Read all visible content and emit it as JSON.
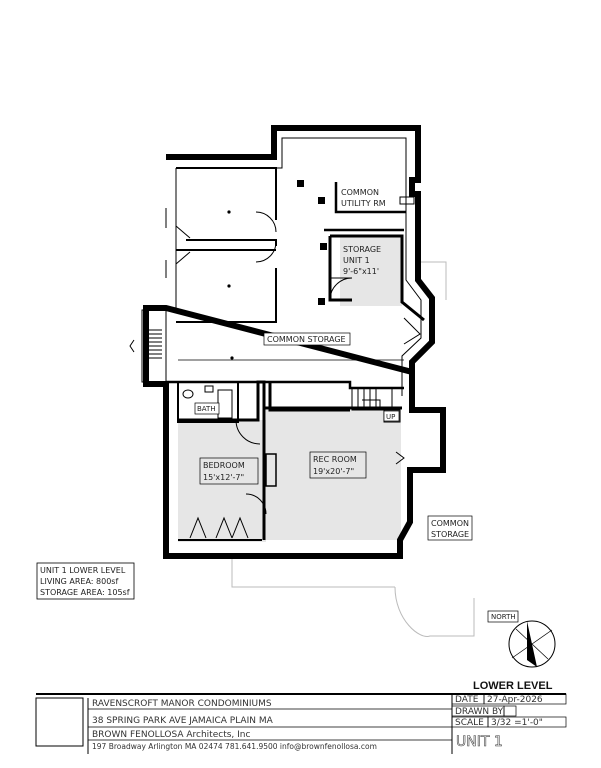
{
  "rooms": {
    "common_utility": [
      "COMMON",
      "UTILITY RM"
    ],
    "storage_unit": [
      "STORAGE",
      "UNIT 1",
      "9'-6\"x11'"
    ],
    "common_storage_center": "COMMON STORAGE",
    "bath": "BATH",
    "bedroom": [
      "BEDROOM",
      "15'x12'-7\""
    ],
    "rec_room": [
      "REC ROOM",
      "19'x20'-7\""
    ],
    "up": "UP",
    "common_storage_right": [
      "COMMON",
      "STORAGE"
    ]
  },
  "area_box": {
    "line1": "UNIT 1 LOWER LEVEL",
    "line2": "LIVING AREA: 800sf",
    "line3": "STORAGE AREA: 105sf"
  },
  "north_label": "NORTH",
  "sheet_title": "LOWER LEVEL",
  "title_block": {
    "project": "RAVENSCROFT MANOR CONDOMINIUMS",
    "address": "38 SPRING PARK AVE JAMAICA PLAIN MA",
    "firm": "BROWN FENOLLOSA Architects, Inc",
    "firm_contact": "197 Broadway Arlington MA 02474     781.641.9500     info@brownfenollosa.com",
    "date_label": "DATE",
    "date_value": "27-Apr-2026",
    "drawn_label": "DRAWN BY",
    "scale_label": "SCALE",
    "scale_value": "3/32 =1'-0\"",
    "unit": "UNIT 1"
  },
  "colors": {
    "wall": "#000000",
    "unit_fill": "#e6e6e6",
    "storage_fill": "#e6e6e6"
  }
}
